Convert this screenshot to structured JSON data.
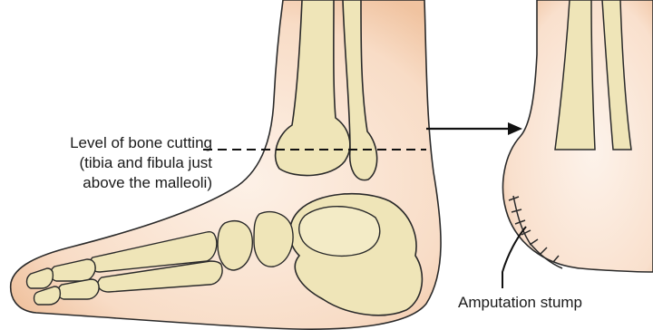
{
  "labels": {
    "bone_cut_line1": "Level of bone cutting",
    "bone_cut_line2": "(tibia and fibula just",
    "bone_cut_line3": "above the malleoli)",
    "stump": "Amputation stump"
  },
  "colors": {
    "skin_outer": "#f2c9a8",
    "skin_inner": "#fbe9dc",
    "bone_fill": "#efe5b8",
    "bone_stroke": "#2a2a2a",
    "line": "#111111"
  }
}
